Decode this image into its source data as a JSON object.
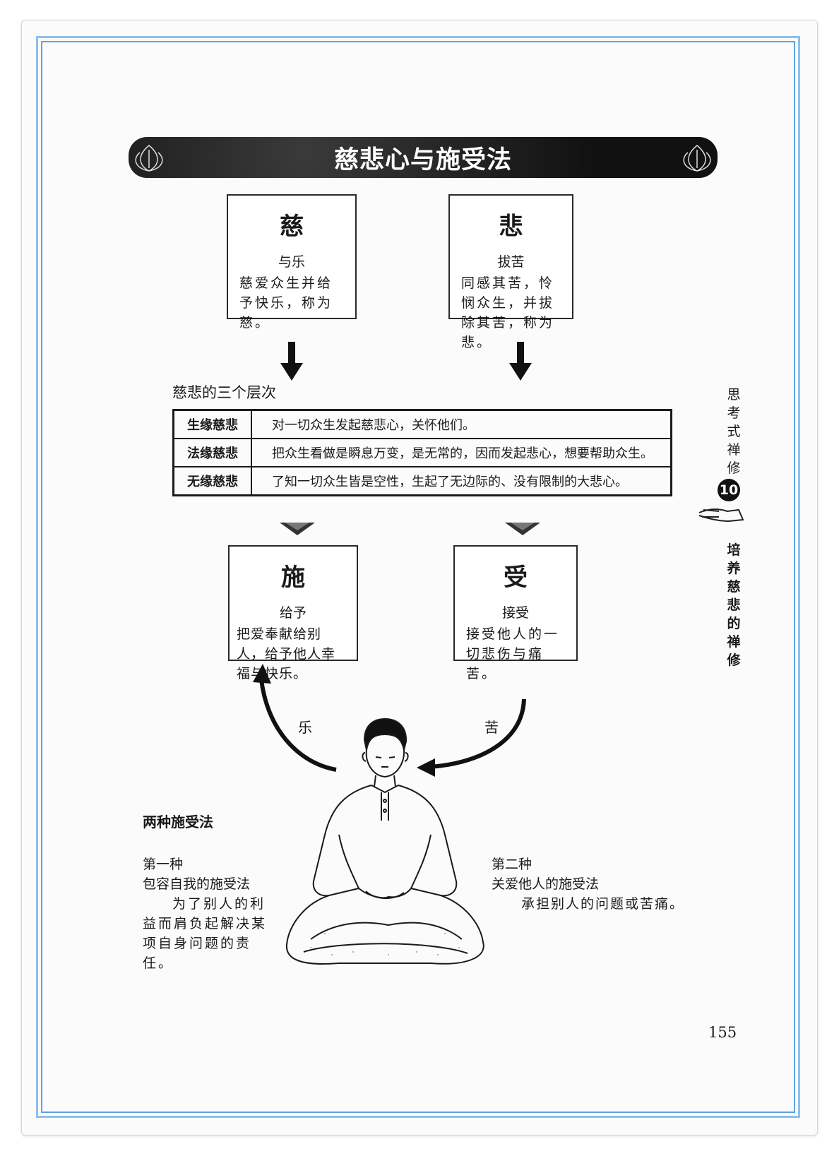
{
  "title": "慈悲心与施受法",
  "top_boxes": [
    {
      "title": "慈",
      "subtitle": "与乐",
      "description": "慈爱众生并给予快乐，称为慈。"
    },
    {
      "title": "悲",
      "subtitle": "拔苦",
      "description": "同感其苦，怜悯众生，并拔除其苦，称为悲。"
    }
  ],
  "levels": {
    "label": "慈悲的三个层次",
    "rows": [
      {
        "name": "生缘慈悲",
        "description": "对一切众生发起慈悲心，关怀他们。"
      },
      {
        "name": "法缘慈悲",
        "description": "把众生看做是瞬息万变，是无常的，因而发起悲心，想要帮助众生。"
      },
      {
        "name": "无缘慈悲",
        "description": "了知一切众生皆是空性，生起了无边际的、没有限制的大悲心。"
      }
    ]
  },
  "bottom_boxes": [
    {
      "title": "施",
      "subtitle": "给予",
      "description": "把爱奉献给别人，给予他人幸福与快乐。"
    },
    {
      "title": "受",
      "subtitle": "接受",
      "description": "接受他人的一切悲伤与痛苦。"
    }
  ],
  "arrow_labels": {
    "left": "乐",
    "right": "苦"
  },
  "methods": {
    "heading": "两种施受法",
    "first": {
      "label": "第一种",
      "name": "包容自我的施受法",
      "description": "为了别人的利益而肩负起解决某项自身问题的责任。"
    },
    "second": {
      "label": "第二种",
      "name": "关爱他人的施受法",
      "description": "承担别人的问题或苦痛。"
    }
  },
  "side": {
    "section": "思考式禅修",
    "chapter": "10",
    "chapter_title": "培养慈悲的禅修"
  },
  "page_number": "155"
}
